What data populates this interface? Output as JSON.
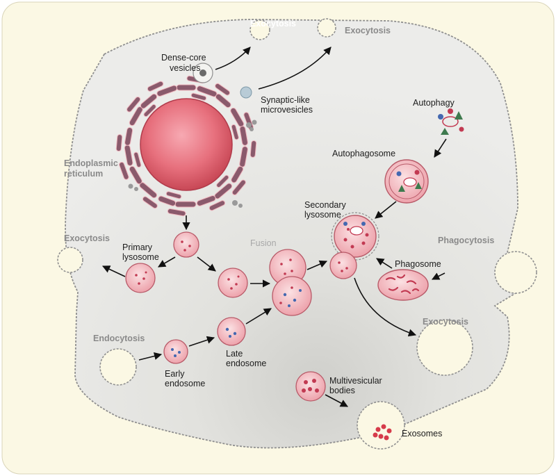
{
  "colors": {
    "panel_bg": "#fbf8e4",
    "cell_fill": "#e4e4e1",
    "nucleus": "#e05a68",
    "lysosome": "#f2b9bf",
    "er": "#8a5a6c",
    "grey_label": "#8a8a8a"
  },
  "labels": {
    "exocytosis_top_white": "Exocytosis",
    "exocytosis_top_right": "Exocytosis",
    "dense_core_1": "Dense-core",
    "dense_core_2": "vesicles",
    "synaptic_1": "Synaptic-like",
    "synaptic_2": "microvesicles",
    "er_1": "Endoplasmic",
    "er_2": "reticulum",
    "autophagy": "Autophagy",
    "autophagosome": "Autophagosome",
    "secondary_1": "Secondary",
    "secondary_2": "lysosome",
    "exocytosis_left": "Exocytosis",
    "primary_1": "Primary",
    "primary_2": "lysosome",
    "fusion": "Fusion",
    "phagocytosis": "Phagocytosis",
    "phagosome": "Phagosome",
    "exocytosis_right": "Exocytosis",
    "endocytosis": "Endocytosis",
    "early_1": "Early",
    "early_2": "endosome",
    "late_1": "Late",
    "late_2": "endosome",
    "mvb_1": "Multivesicular",
    "mvb_2": "bodies",
    "exosomes": "Exosomes"
  }
}
